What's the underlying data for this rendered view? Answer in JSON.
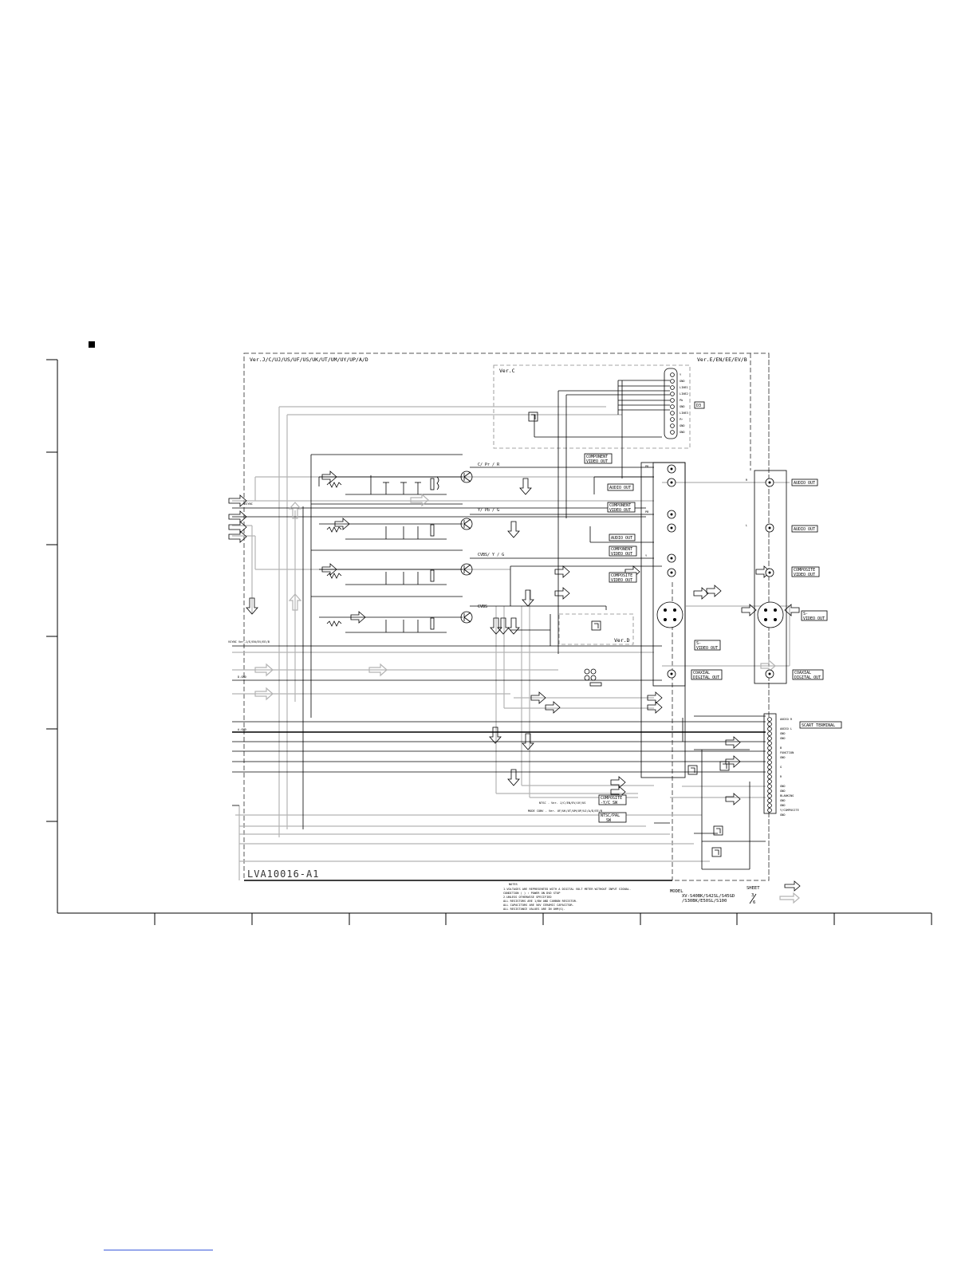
{
  "version_labels": {
    "top_left": "Ver.J/C/UJ/US/UF/US/UK/UT/UM/UY/UP/A/D",
    "top_right": "Ver.E/EN/EE/EV/B",
    "ver_c": "Ver.C",
    "ver_d": "Ver.D"
  },
  "signal_names": [
    "C/ Pr / R",
    "Y/ Pb / G",
    "CVBS/ Y / G",
    "CVBS"
  ],
  "connector_labels": {
    "component_1": [
      "COMPONENT",
      "VIDEO OUT"
    ],
    "audio_out_1": "AUDIO OUT",
    "component_2": [
      "COMPONENT",
      "VIDEO OUT"
    ],
    "audio_out_2": "AUDIO OUT",
    "component_3": [
      "COMPONENT",
      "VIDEO OUT"
    ],
    "composite_1": [
      "COMPOSITE",
      "VIDEO OUT"
    ],
    "s_video_1": [
      "S-",
      "VIDEO OUT"
    ],
    "coaxial_1": [
      "COAXIAL",
      "DIGITAL OUT"
    ],
    "composite_yc": [
      "COMPOSITE",
      "-Y/C SW"
    ],
    "ntsc_pal": [
      "NTSC/PAL",
      "SW"
    ],
    "d3": "D3",
    "right_audio_out_1": "AUDIO OUT",
    "right_audio_out_2": "AUDIO OUT",
    "right_composite": [
      "COMPOSITE",
      "VIDEO OUT"
    ],
    "right_s_video": [
      "S-",
      "VIDEO OUT"
    ],
    "right_coaxial": [
      "COAXIAL",
      "DIGITAL OUT"
    ],
    "scart": "SCART TERMINAL"
  },
  "pin_labels_d3": [
    "Y",
    "GND",
    "LINE1",
    "LINE2",
    "Pb",
    "GND",
    "LINE3",
    "Pr",
    "GND",
    "GND"
  ],
  "pin_labels_scart": [
    "AUDIO R",
    "",
    "AUDIO L",
    "GND",
    "GND",
    "",
    "B",
    "FUNCTION",
    "GND",
    "",
    "G",
    "",
    "R",
    "",
    "GND",
    "GND",
    "BLANKING",
    "GND",
    "GND",
    "Y/COMPOSITE",
    "",
    "GND"
  ],
  "bus_labels": {
    "vsync": "VSYNC",
    "ver_note": "VSYNC Ver.J/E/EN/EV/EE/B",
    "d_gnd": "D.GND",
    "a_gnd": "A.GND",
    "jack_prefix_pr": "PR",
    "jack_prefix_pb": "PB",
    "jack_prefix_y": "Y",
    "audio_r": "R",
    "audio_l": "L",
    "mid_note_1": "NTSC - Ver. J/C/EN/EV/UY/US",
    "mid_note_2": "MODE CONV - Ver. UF/UK/UT/UM/UP/UJ/A/D/EE/B"
  },
  "drawing_code": "LVA10016-A1",
  "notes": {
    "title": "NOTES",
    "lines": [
      "1.VOLTAGES ARE REPRESENTED WITH A DIGITAL VOLT METER WITHOUT INPUT SIGNAL.",
      "  CONDITION ( ) : POWER ON DVD STOP",
      "2.UNLESS OTHERWISE SPECIFIED",
      "  ALL RESISTORS ARE 1/8W AND CARBON RESISTOR.",
      "  ALL CAPACITORS ARE 50V CERAMIC CAPACITOR.",
      "  ALL RESISTANCE VALUES ARE IN OHM(S)."
    ]
  },
  "model": {
    "label": "MODEL",
    "lines": [
      "XV-S40BK/S42SL/S45GD",
      "/S30BK/E50SL/S100"
    ]
  },
  "sheet": {
    "label": "SHEET",
    "number": "3",
    "of": "6"
  }
}
